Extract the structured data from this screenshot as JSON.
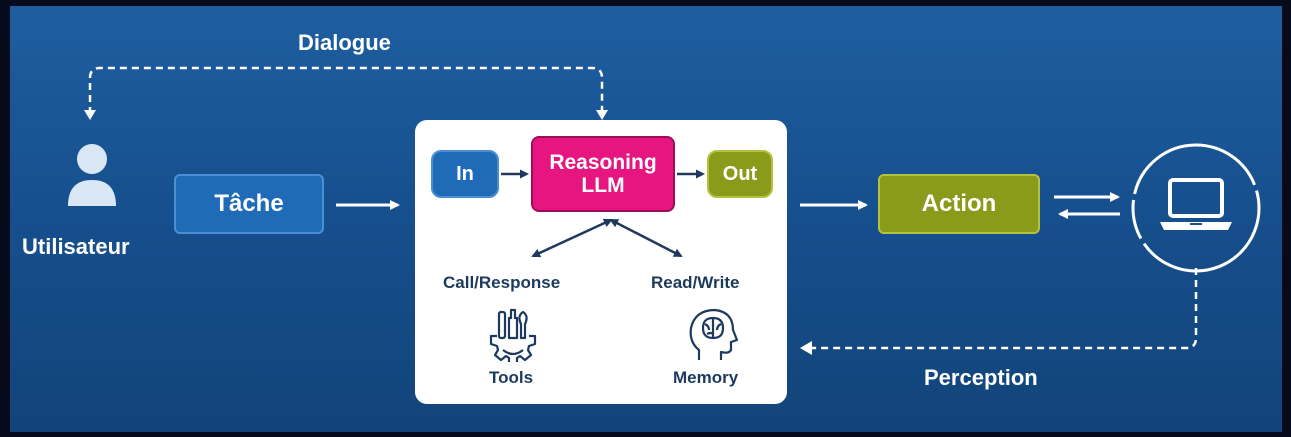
{
  "labels": {
    "dialogue": "Dialogue",
    "user": "Utilisateur",
    "task": "Tâche",
    "input": "In",
    "reasoning_line1": "Reasoning",
    "reasoning_line2": "LLM",
    "output": "Out",
    "call_response": "Call/Response",
    "read_write": "Read/Write",
    "tools": "Tools",
    "memory": "Memory",
    "action": "Action",
    "perception": "Perception"
  },
  "colors": {
    "background_top": "#1e5ea0",
    "background_bottom": "#114479",
    "blue_box": "#1f6bb8",
    "olive_box": "#8a9a1a",
    "reasoning_box": "#e6157f",
    "panel": "#ffffff",
    "panel_text": "#1d3a5e"
  },
  "icons": {
    "user": "user-icon",
    "tools": "tools-gear-icon",
    "memory": "brain-head-icon",
    "environment": "laptop-icon"
  }
}
